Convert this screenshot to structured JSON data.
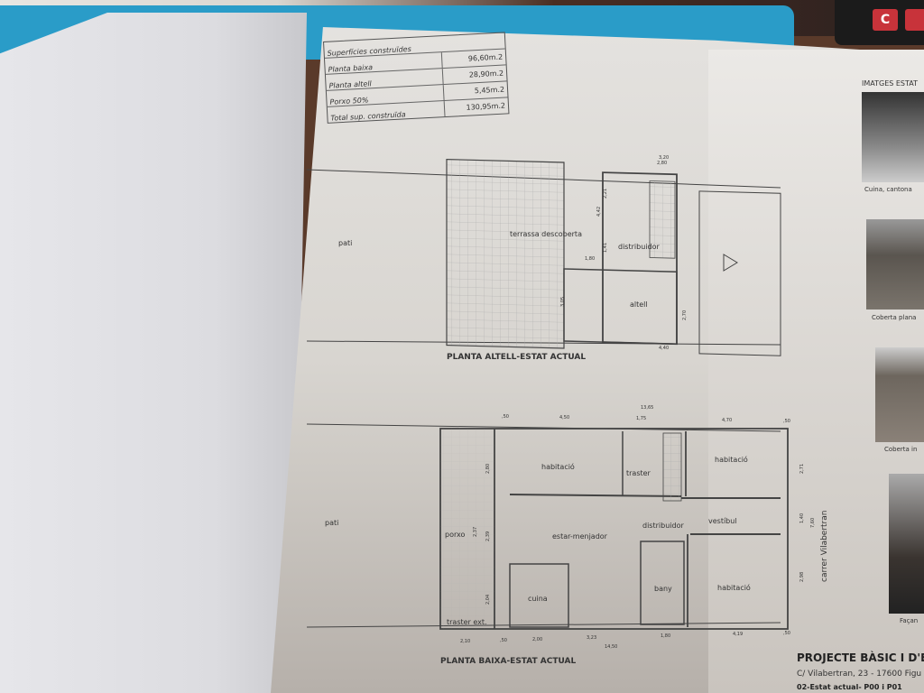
{
  "areas": {
    "title": "Superfícies construïdes",
    "rows": [
      {
        "label": "Planta baixa",
        "value": "96,60m.2"
      },
      {
        "label": "Planta altell",
        "value": "28,90m.2"
      },
      {
        "label": "Porxo 50%",
        "value": "5,45m.2"
      },
      {
        "label": "Total sup. construïda",
        "value": "130,95m.2"
      }
    ]
  },
  "plan_altell": {
    "title": "PLANTA ALTELL-ESTAT ACTUAL",
    "pati": "pati",
    "rooms": [
      "terrassa descoberta",
      "distribuidor",
      "altell"
    ],
    "dims": [
      "3,20",
      "2,80",
      "4,40",
      "1,80",
      "4,42",
      "2,21",
      "1,41",
      "3,05",
      "2,70"
    ]
  },
  "plan_baixa": {
    "title": "PLANTA BAIXA-ESTAT ACTUAL",
    "pati": "pati",
    "street": "carrer Vilabertran",
    "rooms": [
      "habitació",
      "traster",
      "habitació",
      "porxo",
      "estar-menjador",
      "distribuidor",
      "vestíbul",
      "cuina",
      "bany",
      "habitació",
      "traster ext."
    ],
    "dims_top": [
      "13,65",
      ",50",
      "4,50",
      "1,75",
      "4,70",
      ",50"
    ],
    "dims_bottom": [
      "2,10",
      ",50",
      "2,00",
      "3,23",
      "1,80",
      "4,19",
      ",50",
      "14,50"
    ],
    "dims_side": [
      "2,80",
      "2,37",
      "2,39",
      "2,04",
      "2,71",
      "1,40",
      "7,60",
      "2,98"
    ]
  },
  "photos": {
    "title": "IMATGES ESTAT",
    "captions": [
      "Cuina, cantona",
      "Coberta plana",
      "Coberta in",
      "Façan"
    ]
  },
  "project": {
    "title": "PROJECTE BÀSIC I D'EX",
    "address": "C/ Vilabertran, 23 - 17600 Figu",
    "sheet": "02-Estat actual- P00 i P01"
  },
  "calculator_key": "C"
}
